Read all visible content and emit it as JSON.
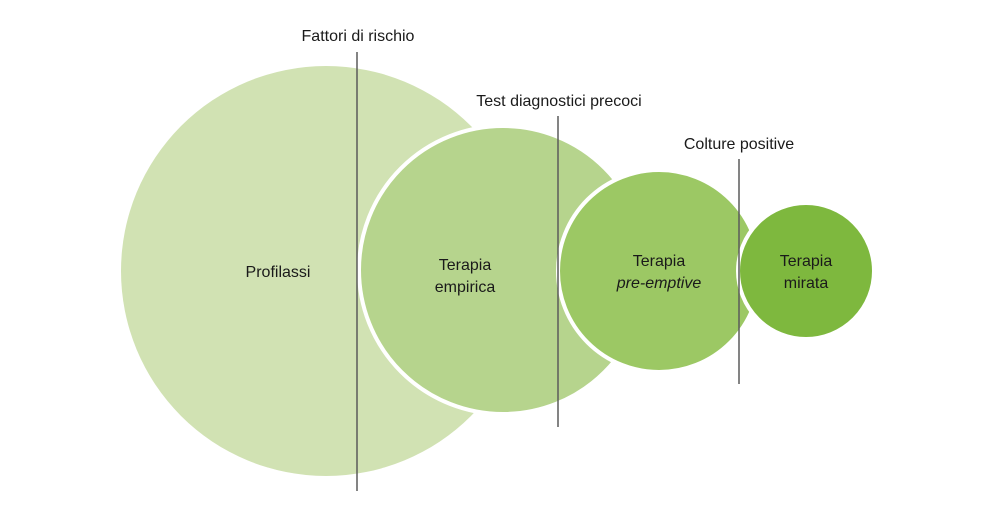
{
  "stages": {
    "profilassi": {
      "label": "Profilassi",
      "color": "#d1e2b3"
    },
    "empirica": {
      "label_line1": "Terapia",
      "label_line2": "empirica",
      "color": "#b6d48d"
    },
    "preemptive": {
      "label_line1": "Terapia",
      "label_line2": "pre-emptive",
      "color": "#9cc864"
    },
    "mirata": {
      "label_line1": "Terapia",
      "label_line2": "mirata",
      "color": "#7eb83e"
    }
  },
  "thresholds": {
    "fattori": {
      "label": "Fattori di rischio"
    },
    "test": {
      "label": "Test diagnostici precoci"
    },
    "colture": {
      "label": "Colture positive"
    }
  },
  "divider_color": "#5b5b5b",
  "circle_border_color": "#ffffff"
}
